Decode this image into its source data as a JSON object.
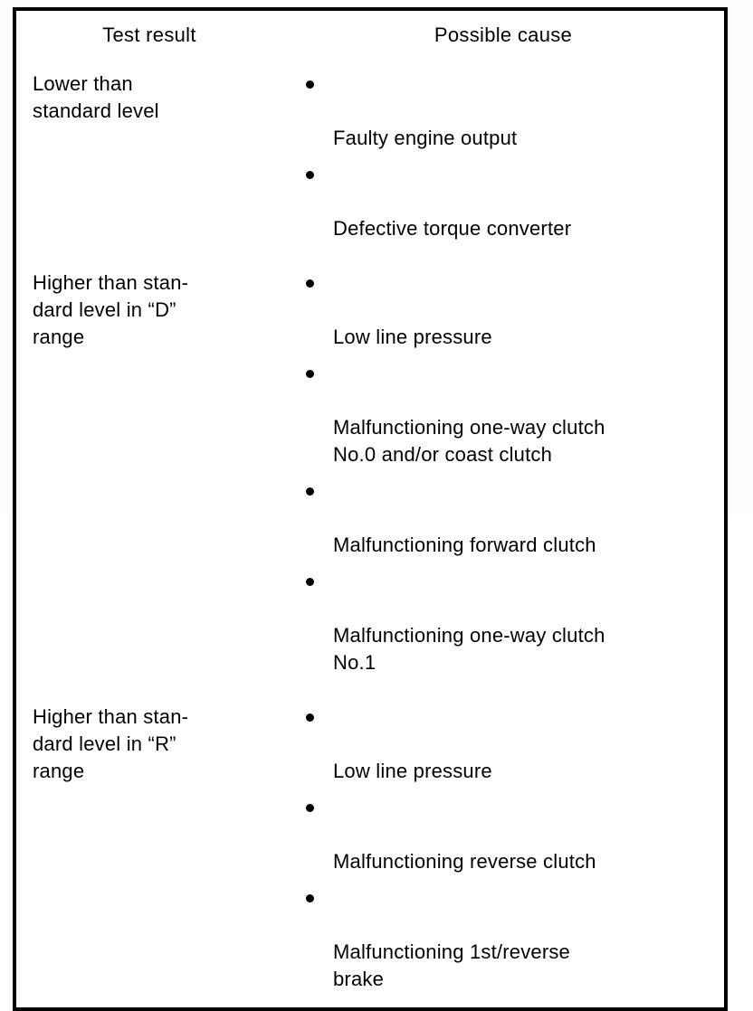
{
  "table": {
    "columns": [
      {
        "key": "test_result",
        "header": "Test result"
      },
      {
        "key": "possible_cause",
        "header": "Possible cause"
      }
    ],
    "rows": [
      {
        "test_result": "Lower than\nstandard level",
        "possible_cause": [
          "Faulty engine output",
          "Defective torque converter"
        ]
      },
      {
        "test_result": "Higher than stan-\ndard level in “D”\nrange",
        "possible_cause": [
          "Low line pressure",
          "Malfunctioning one-way clutch\nNo.0 and/or coast clutch",
          "Malfunctioning forward clutch",
          "Malfunctioning one-way clutch\nNo.1"
        ]
      },
      {
        "test_result": "Higher than stan-\ndard level in “R”\nrange",
        "possible_cause": [
          "Low line pressure",
          "Malfunctioning reverse clutch",
          "Malfunctioning 1st/reverse\nbrake"
        ]
      }
    ]
  },
  "colors": {
    "page_background": "#fdfdfd",
    "table_background": "#ffffff",
    "border": "#000000",
    "text": "#000000"
  }
}
